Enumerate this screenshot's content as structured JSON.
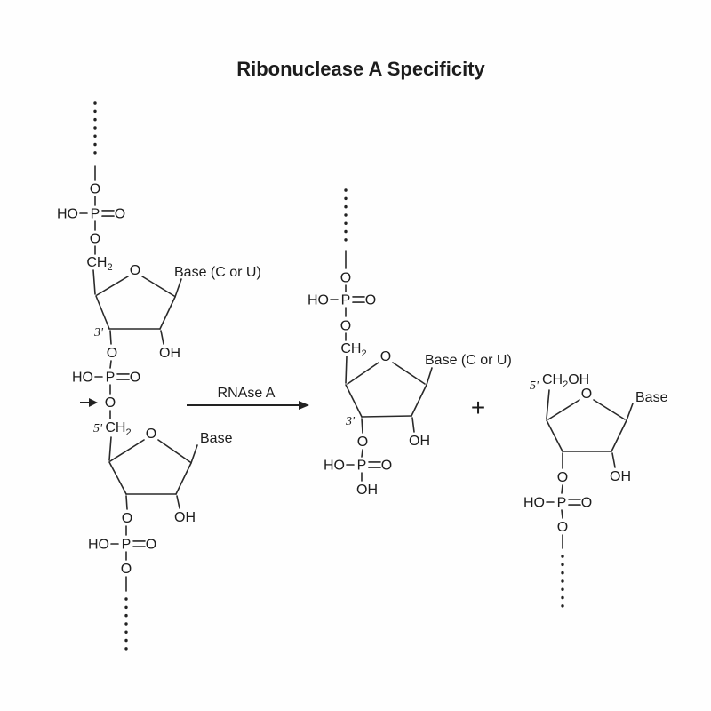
{
  "title": "Ribonuclease A Specificity",
  "reaction": {
    "enzyme": "RNAse A",
    "plus": "+"
  },
  "atoms": {
    "o": "O",
    "p": "P",
    "ho": "HO",
    "oh": "OH",
    "ch": "CH",
    "sub2": "2",
    "prime3": "3'",
    "prime5": "5'"
  },
  "bases": {
    "pyrimidine": "Base (C or U)",
    "generic": "Base"
  }
}
